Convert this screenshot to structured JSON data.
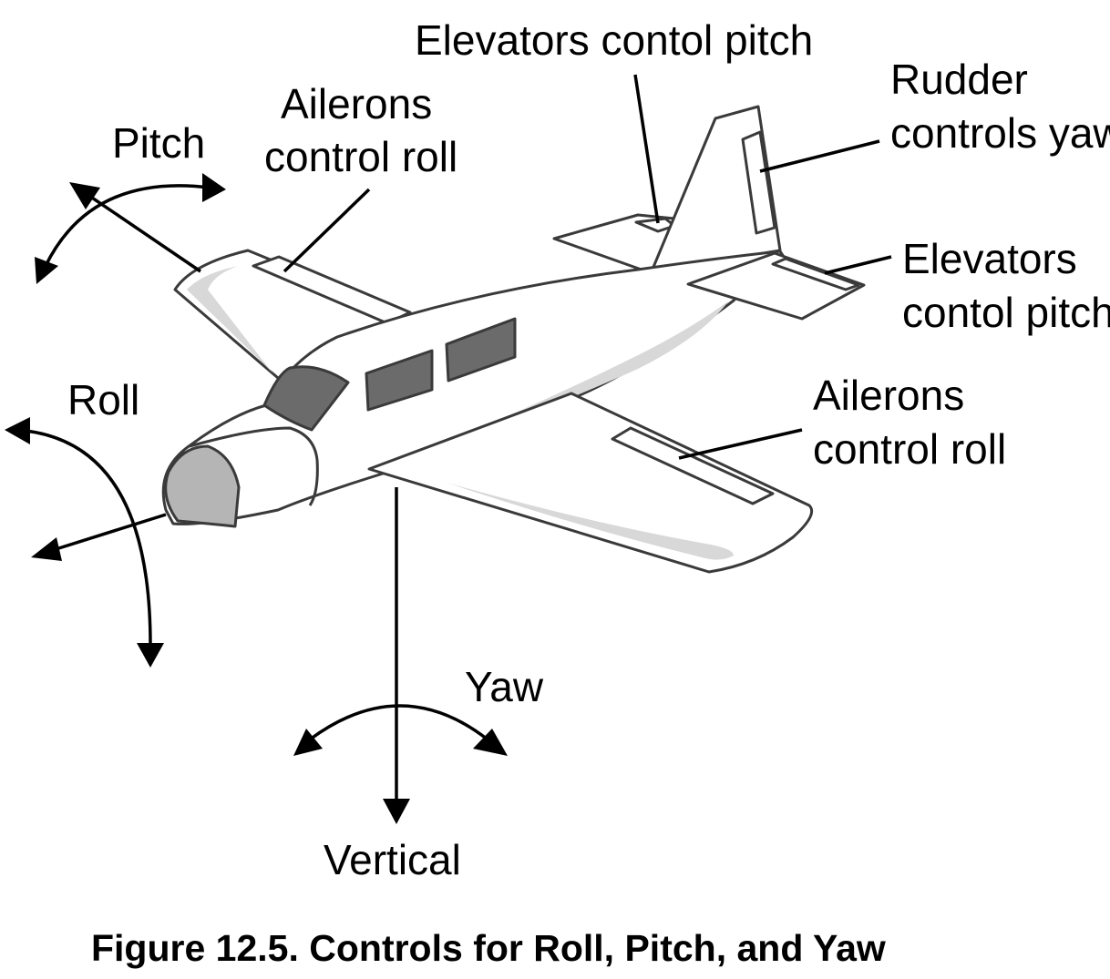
{
  "diagram": {
    "labels": {
      "elevators_top": "Elevators contol pitch",
      "rudder_line1": "Rudder",
      "rudder_line2": "controls yaw",
      "elevators_right_line1": "Elevators",
      "elevators_right_line2": "contol pitch",
      "ailerons_left_line1": "Ailerons",
      "ailerons_left_line2": "control roll",
      "ailerons_right_line1": "Ailerons",
      "ailerons_right_line2": "control roll",
      "pitch": "Pitch",
      "roll": "Roll",
      "yaw": "Yaw",
      "vertical": "Vertical"
    },
    "caption": "Figure 12.5. Controls for Roll, Pitch, and Yaw"
  },
  "colors": {
    "line": "#000000",
    "aircraft_outline": "#3a3a3a",
    "aircraft_fill": "#ffffff",
    "windows": "#6b6b6b",
    "nose_cone": "#b5b5b5",
    "highlight": "#d8d8d8"
  }
}
